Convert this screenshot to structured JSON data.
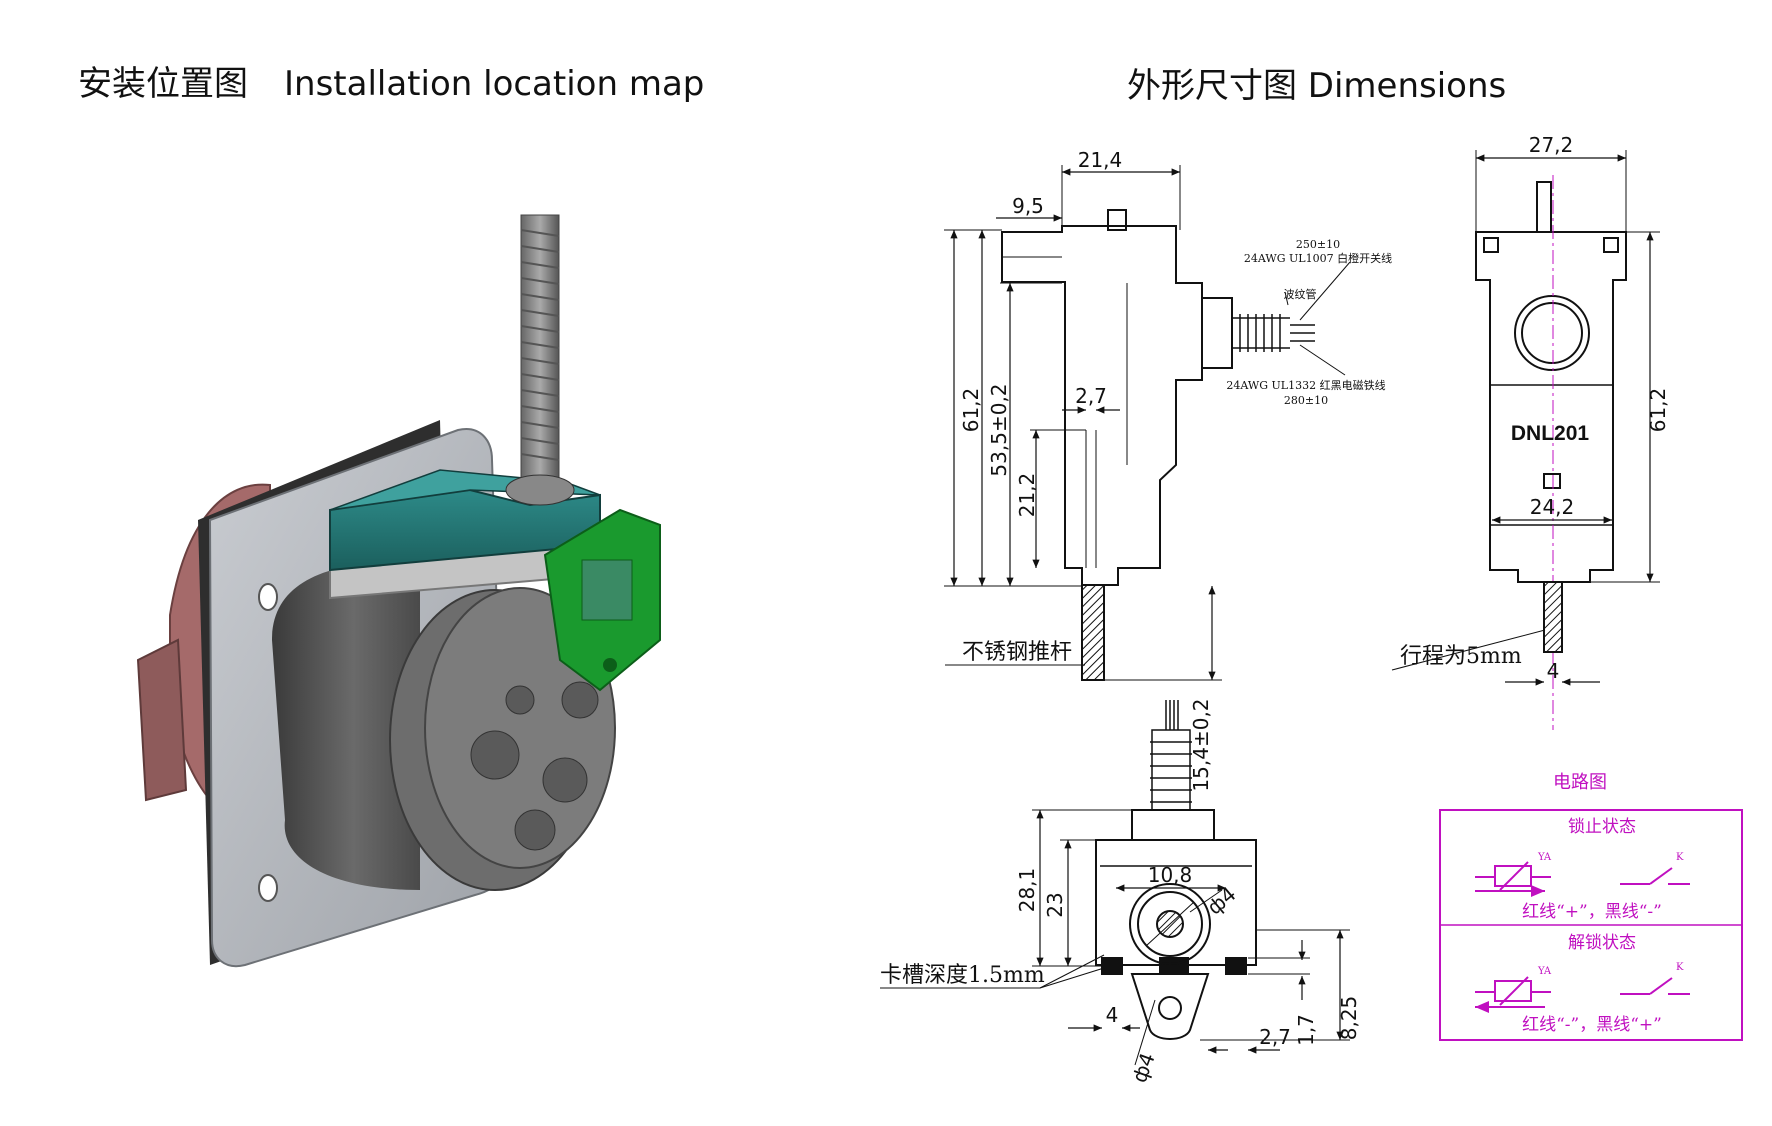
{
  "titles": {
    "install_cn": "安装位置图",
    "install_en": "Installation location map",
    "dimensions": "外形尺寸图 Dimensions"
  },
  "side_view": {
    "dim_width_top": "21,4",
    "dim_offset": "9,5",
    "dim_height_total": "61,2",
    "dim_height_body": "53,5±0,2",
    "dim_slot": "2,7",
    "dim_inner": "21,2",
    "dim_stroke_out": "15,4±0,2",
    "wire1_length": "250±10",
    "wire1_spec": "24AWG UL1007 白橙开关线",
    "tube_label": "波纹管",
    "wire2_spec": "24AWG UL1332 红黑电磁铁线",
    "wire2_length": "280±10",
    "rod_label": "不锈钢推杆"
  },
  "front_view": {
    "dim_width": "27,2",
    "dim_height": "61,2",
    "model": "DNL201",
    "dim_inner_width": "24,2",
    "stroke_label": "行程为5mm",
    "rod_width": "4"
  },
  "bottom_view": {
    "dim_height_a": "28,1",
    "dim_height_b": "23",
    "dim_hole_spacing": "10,8",
    "dim_hole_dia": "ф4",
    "groove_label": "卡槽深度1.5mm",
    "dim_left": "4",
    "dim_hole2": "ф4",
    "dim_right": "2,7",
    "dim_step": "1,7",
    "dim_tab": "8,25"
  },
  "circuit": {
    "title": "电路图",
    "locked_title": "锁止状态",
    "locked_wires": "红线“+”，黑线“-”",
    "unlocked_title": "解锁状态",
    "unlocked_wires": "红线“-”，黑线“+”",
    "coil_label": "YA",
    "switch_label": "K",
    "color": "#c010c0"
  }
}
